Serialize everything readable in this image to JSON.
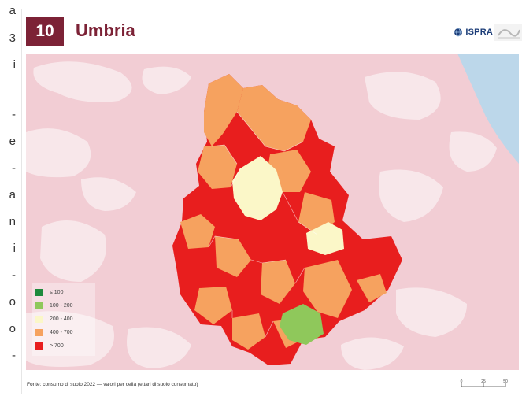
{
  "side_text": [
    "a",
    "3",
    "i",
    "-",
    "e",
    "-",
    "a",
    "n",
    "i",
    "-",
    "o",
    "o",
    "-"
  ],
  "header": {
    "number": "10",
    "title": "Umbria",
    "logo_text": "ISPRA"
  },
  "map": {
    "background_color": "#f2cdd4",
    "sea_color": "#bcd7ea",
    "legend": [
      {
        "label": "≤ 100",
        "color": "#1e8a3c"
      },
      {
        "label": "100 - 200",
        "color": "#8fc85b"
      },
      {
        "label": "200 - 400",
        "color": "#fbf7c8"
      },
      {
        "label": "400 - 700",
        "color": "#f6a25f"
      },
      {
        "label": "> 700",
        "color": "#e81e1e"
      }
    ]
  },
  "footer": {
    "source": "Fonte: consumo di suolo 2022 — valori per cella (ettari di suolo consumato)",
    "scale_labels": [
      "0",
      "25",
      "50"
    ]
  }
}
